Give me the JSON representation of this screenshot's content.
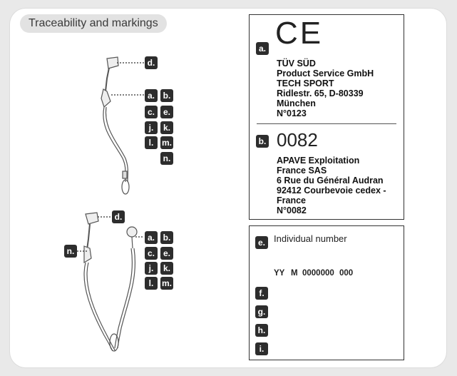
{
  "header": {
    "title": "Traceability and markings"
  },
  "mark_tags": {
    "a": "a.",
    "b": "b.",
    "c": "c.",
    "d": "d.",
    "e": "e.",
    "f": "f.",
    "g": "g.",
    "h": "h.",
    "i": "i.",
    "j": "j.",
    "k": "k.",
    "l": "l.",
    "m": "m.",
    "n": "n."
  },
  "box_a": {
    "ce_symbol": "CE",
    "lines": [
      "TÜV SÜD",
      "Product Service GmbH",
      "TECH SPORT",
      "Ridlestr. 65, D-80339",
      "München",
      "N°0123"
    ]
  },
  "box_b": {
    "number": "0082",
    "lines": [
      "APAVE Exploitation",
      "France SAS",
      "6 Rue du Général Audran",
      "92412 Courbevoie cedex -",
      "France",
      "N°0082"
    ]
  },
  "box_e": {
    "label": "Individual number",
    "code": {
      "yy": "YY",
      "m": "M",
      "serial": "0000000",
      "batch": "000"
    }
  },
  "colors": {
    "tag_bg": "#2d2d2d",
    "pill_bg": "#e2e2e2",
    "card_bg": "#ffffff",
    "page_bg": "#e9e9e9"
  }
}
